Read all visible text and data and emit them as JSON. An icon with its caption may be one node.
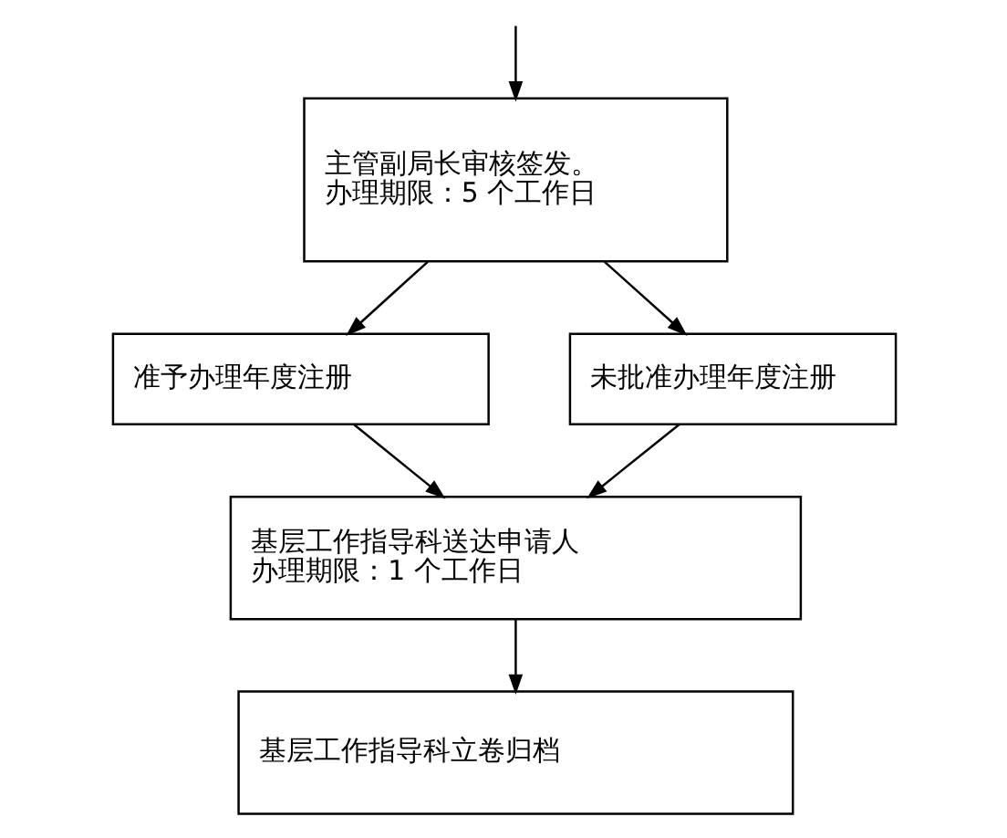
{
  "diagram": {
    "nodes": [
      {
        "text": [
          "主管副局长审核签发。",
          "办理期限：5 个工作日"
        ]
      },
      {
        "text": [
          "准予办理年度注册"
        ]
      },
      {
        "text": [
          "未批准办理年度注册"
        ]
      },
      {
        "text": [
          "基层工作指导科送达申请人",
          "办理期限：1 个工作日"
        ]
      },
      {
        "text": [
          "基层工作指导科立卷归档"
        ]
      }
    ],
    "edges": [
      {
        "from": null,
        "to": 0,
        "arrow": "to"
      },
      {
        "from": 0,
        "to": 1,
        "arrow": "to"
      },
      {
        "from": 0,
        "to": 2,
        "arrow": "to"
      },
      {
        "from": 1,
        "to": 3,
        "arrow": "to"
      },
      {
        "from": 2,
        "to": 3,
        "arrow": "to"
      },
      {
        "from": 3,
        "to": 4,
        "arrow": "to"
      }
    ]
  }
}
